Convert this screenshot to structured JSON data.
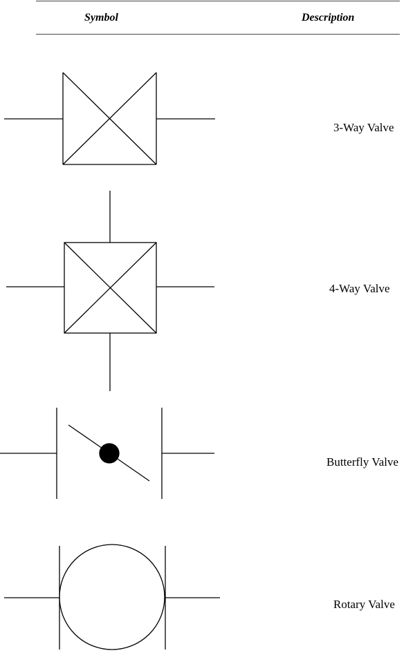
{
  "table": {
    "headers": {
      "symbol": "Symbol",
      "description": "Description"
    },
    "rows": [
      {
        "symbol_name": "three-way-valve-symbol",
        "description": "3-Way Valve"
      },
      {
        "symbol_name": "four-way-valve-symbol",
        "description": "4-Way Valve"
      },
      {
        "symbol_name": "butterfly-valve-symbol",
        "description": "Butterfly Valve"
      },
      {
        "symbol_name": "rotary-valve-symbol",
        "description": "Rotary Valve"
      }
    ]
  }
}
